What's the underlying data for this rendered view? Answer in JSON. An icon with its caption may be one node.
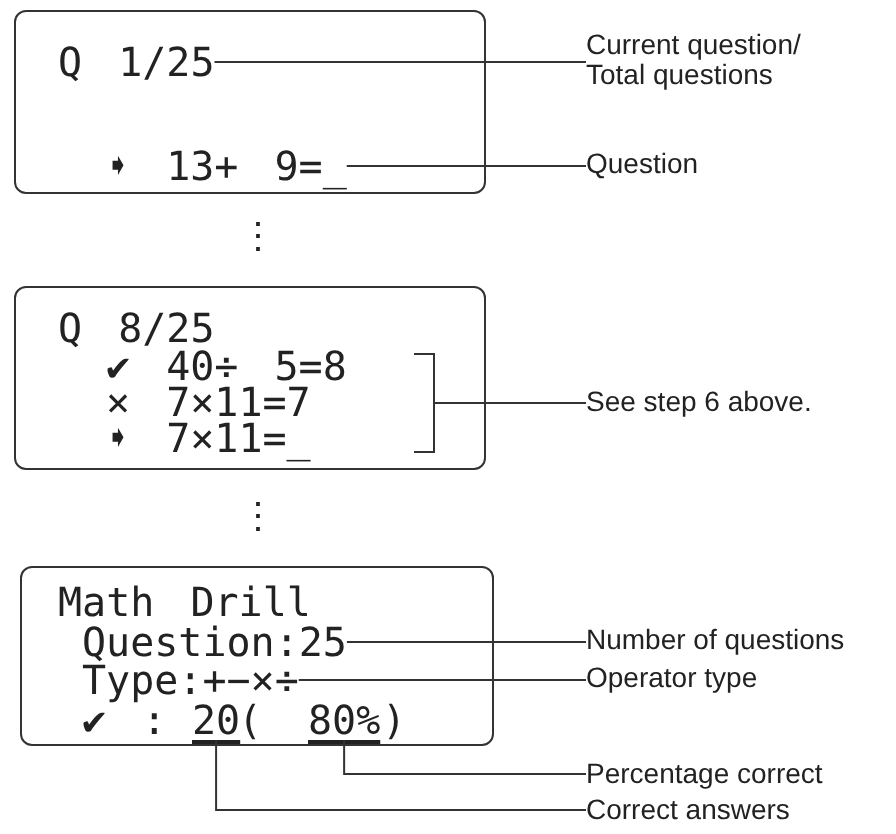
{
  "diagram": {
    "nodes": [
      {
        "text": [],
        "shape": "box"
      },
      {
        "text": [
          "Q 1/25"
        ],
        "in": 0
      },
      {
        "text": [
          "➧ 13+ 9=_"
        ],
        "in": 0
      },
      {
        "text": [
          "Current question/ Total questions"
        ]
      },
      {
        "text": [
          "Question"
        ]
      },
      {
        "text": [],
        "shape": "box"
      },
      {
        "text": [
          "Q 8/25"
        ],
        "in": 5
      },
      {
        "text": [
          "✔ 40÷ 5=8"
        ],
        "in": 5
      },
      {
        "text": [
          "× 7×11=7"
        ],
        "in": 5
      },
      {
        "text": [
          "➧ 7×11=_"
        ],
        "in": 5
      },
      {
        "text": [
          "See step 6 above."
        ]
      },
      {
        "text": [],
        "shape": "box"
      },
      {
        "text": [
          "Math Drill"
        ],
        "in": 11
      },
      {
        "text": [
          "Question:25"
        ],
        "in": 11
      },
      {
        "text": [
          "Type:+−×÷"
        ],
        "in": 11
      },
      {
        "text": [
          "✔ :"
        ],
        "in": 11
      },
      {
        "text": [
          "20"
        ],
        "in": 11
      },
      {
        "text": [
          "80%"
        ],
        "in": 11
      },
      {
        "text": [
          "Number of questions"
        ]
      },
      {
        "text": [
          "Operator type"
        ]
      },
      {
        "text": [
          "Percentage correct"
        ]
      },
      {
        "text": [
          "Correct answers"
        ]
      }
    ],
    "edges": [
      {
        "from": 3,
        "to": 1,
        "arrow": "none"
      },
      {
        "from": 4,
        "to": 2,
        "arrow": "none"
      },
      {
        "from": 10,
        "to": null,
        "arrow": "none"
      },
      {
        "from": 18,
        "to": 13,
        "arrow": "none"
      },
      {
        "from": 19,
        "to": 14,
        "arrow": "none"
      },
      {
        "from": 20,
        "to": 17,
        "arrow": "none"
      },
      {
        "from": 21,
        "to": 16,
        "arrow": "none"
      }
    ],
    "labels": [
      "⋮",
      "⋮",
      "(",
      ")"
    ]
  }
}
